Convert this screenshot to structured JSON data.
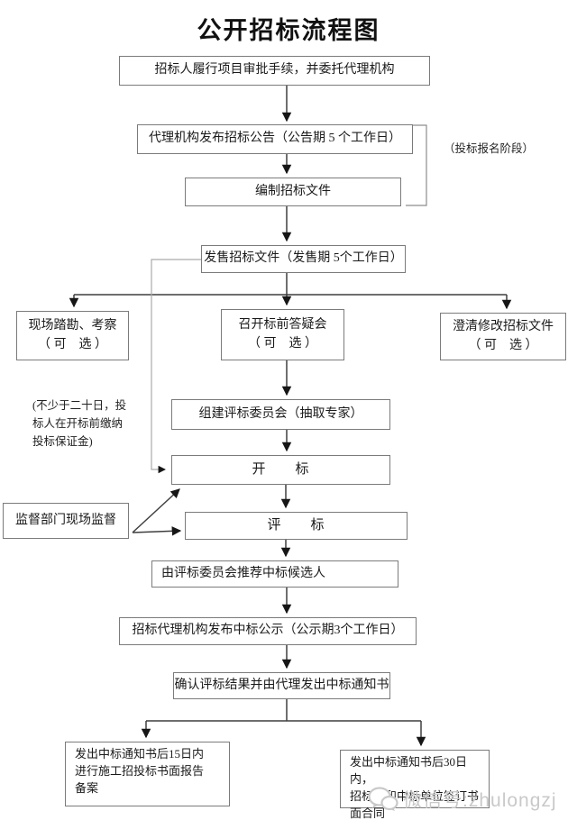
{
  "title": "公开招标流程图",
  "nodes": {
    "approval": {
      "label": "招标人履行项目审批手续，并委托代理机构"
    },
    "announcement": {
      "label": "代理机构发布招标公告（公告期 5 个工作日）"
    },
    "prepare_docs": {
      "label": "编制招标文件"
    },
    "sell_docs": {
      "label": "发售招标文件（发售期 5个工作日）"
    },
    "site_survey": {
      "line1": "现场踏勘、考察",
      "line2": "（ 可　选 ）"
    },
    "qa_meeting": {
      "line1": "召开标前答疑会",
      "line2": "（ 可　选 ）"
    },
    "clarify_docs": {
      "line1": "澄清修改招标文件",
      "line2": "（ 可　选 ）"
    },
    "committee": {
      "label": "组建评标委员会（抽取专家）"
    },
    "bid_opening": {
      "label": "开　　标"
    },
    "supervision": {
      "label": "监督部门现场监督"
    },
    "bid_evaluation": {
      "label": "评　　标"
    },
    "recommend": {
      "label": "由评标委员会推荐中标候选人"
    },
    "publicity": {
      "label": "招标代理机构发布中标公示（公示期3个工作日）"
    },
    "confirm": {
      "label": "确认评标结果并由代理发出中标通知书"
    },
    "filing": {
      "lines": [
        "发出中标通知书后15日内",
        "进行施工招投标书面报告",
        "备案"
      ]
    },
    "contract": {
      "lines": [
        "发出中标通知书后30日内，",
        "招标人和中标单位签订书",
        "面合同"
      ]
    }
  },
  "annotations": {
    "registration_phase": "（投标报名阶段）",
    "deposit_note_lines": [
      "(不少于二十日，投",
      "标人在开标前缴纳",
      "投标保证金)"
    ]
  },
  "watermark": {
    "label": "微信号:zhulongzj",
    "icon": "wechat-icon",
    "color": "#c9c9c9"
  },
  "colors": {
    "box_border": "#7b7b7b",
    "flow_line": "#3f3f3f",
    "light_line": "#aaaaaa",
    "text": "#1a1a1a"
  }
}
